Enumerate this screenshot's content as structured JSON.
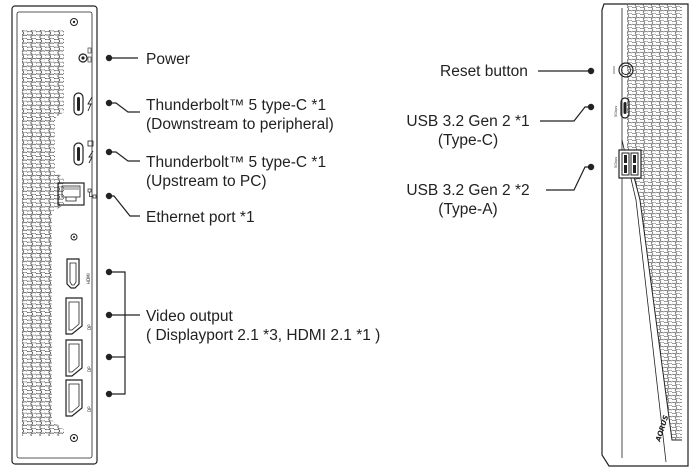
{
  "rear_labels": {
    "power": "Power",
    "tb_down_line1": "Thunderbolt™ 5 type-C *1",
    "tb_down_line2": "(Downstream to peripheral)",
    "tb_up_line1": "Thunderbolt™ 5 type-C *1",
    "tb_up_line2": "(Upstream to PC)",
    "ethernet": "Ethernet port *1",
    "video_line1": "Video output",
    "video_line2": "( Displayport 2.1 *3, HDMI 2.1 *1 )"
  },
  "front_labels": {
    "reset": "Reset button",
    "usb_c_line1": "USB 3.2 Gen 2 *1",
    "usb_c_line2": "(Type-C)",
    "usb_a_line1": "USB 3.2 Gen 2 *2",
    "usb_a_line2": "(Type-A)"
  },
  "port_tags": {
    "hdmi": "HDMI",
    "dp": "DP",
    "usb": "5Gbps",
    "brand": "AORUS"
  },
  "colors": {
    "ink": "#222222",
    "chassis_fill": "#ffffff",
    "vent_stroke": "#444444"
  }
}
